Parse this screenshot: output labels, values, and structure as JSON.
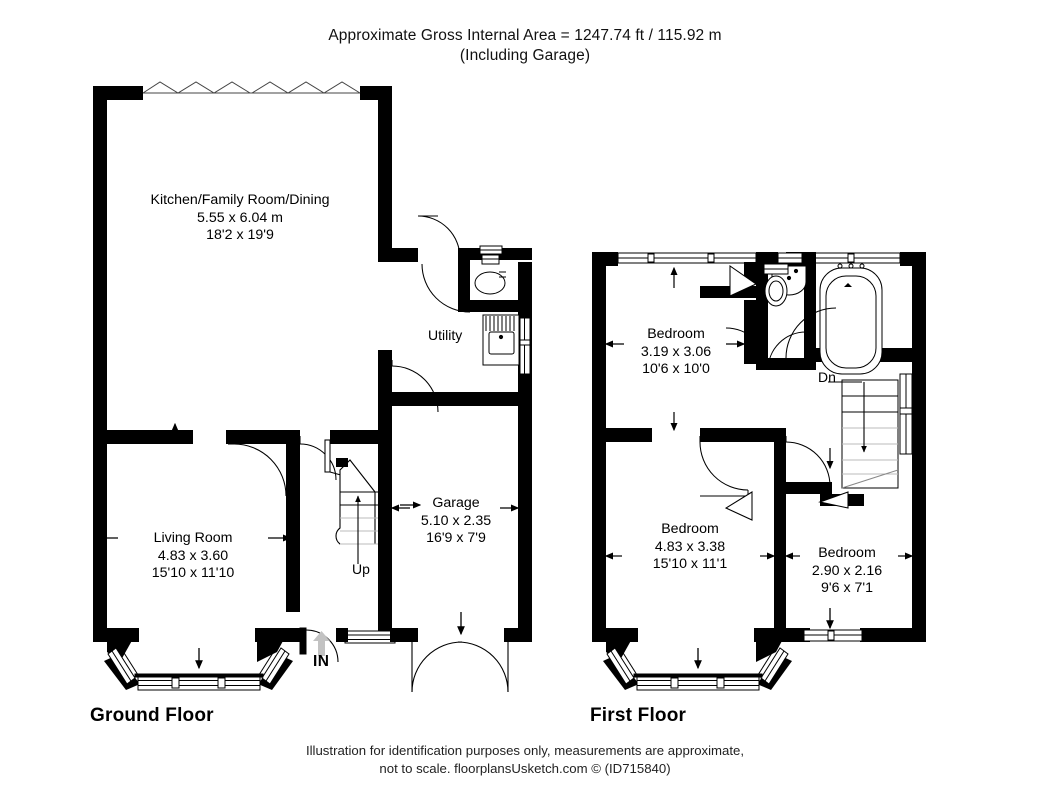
{
  "header": {
    "line1": "Approximate Gross Internal Area =  1247.74 ft  / 115.92 m",
    "line2": "(Including Garage)"
  },
  "footer": {
    "line1": "Illustration for identification purposes only, measurements are approximate,",
    "line2": "not to scale. floorplansUsketch.com © (ID715840)"
  },
  "floors": [
    {
      "id": "ground",
      "title": "Ground Floor",
      "rooms": [
        {
          "name": "Kitchen/Family Room/Dining",
          "metric": "5.55 x 6.04 m",
          "imperial": "18'2 x 19'9"
        },
        {
          "name": "Living Room",
          "metric": "4.83 x 3.60",
          "imperial": "15'10 x 11'10"
        },
        {
          "name": "Garage",
          "metric": "5.10 x 2.35",
          "imperial": "16'9 x 7'9"
        }
      ],
      "annotations": {
        "utility": "Utility",
        "stairs": "Up",
        "entrance": "IN"
      }
    },
    {
      "id": "first",
      "title": "First Floor",
      "rooms": [
        {
          "name": "Bedroom",
          "metric": "3.19 x 3.06",
          "imperial": "10'6 x 10'0"
        },
        {
          "name": "Bedroom",
          "metric": "4.83 x 3.38",
          "imperial": "15'10 x 11'1"
        },
        {
          "name": "Bedroom",
          "metric": "2.90 x 2.16",
          "imperial": "9'6 x 7'1"
        }
      ],
      "annotations": {
        "stairs": "Dn"
      }
    }
  ],
  "colors": {
    "wall": "#000000",
    "background": "#ffffff",
    "fixture_line": "#000000",
    "arrow_in": "#b9b9b9"
  }
}
